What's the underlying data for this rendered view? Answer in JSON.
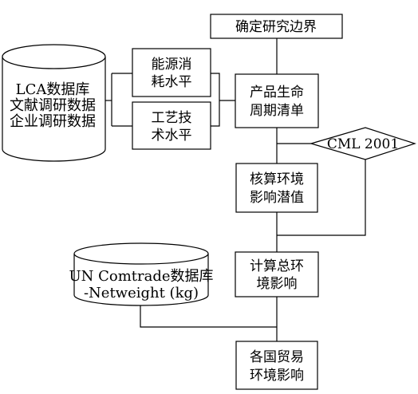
{
  "boundary": "确定研究边界",
  "lca_db": {
    "line1": "LCA数据库",
    "line2": "文献调研数据",
    "line3": "企业调研数据"
  },
  "energy": {
    "line1": "能源消",
    "line2": "耗水平"
  },
  "process": {
    "line1": "工艺技",
    "line2": "术水平"
  },
  "lifecycle": {
    "line1": "产品生命",
    "line2": "周期清单"
  },
  "cml": "CML 2001",
  "accounting": {
    "line1": "核算环境",
    "line2": "影响潜值"
  },
  "total": {
    "line1": "计算总环",
    "line2": "境影响"
  },
  "un_db": {
    "line1": "UN Comtrade数据库",
    "line2": "-Netweight (kg)"
  },
  "trade": {
    "line1": "各国贸易",
    "line2": "环境影响"
  }
}
